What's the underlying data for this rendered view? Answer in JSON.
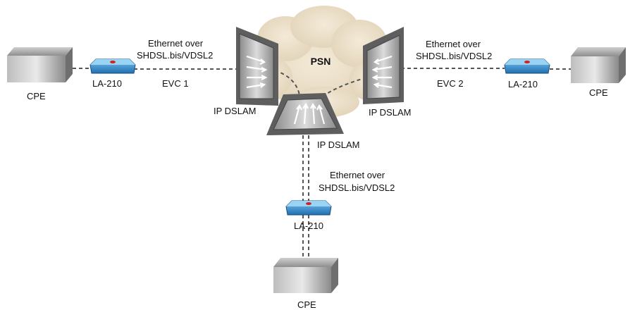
{
  "network": {
    "label": "PSN"
  },
  "devices": {
    "cpe_left": {
      "label": "CPE"
    },
    "cpe_right": {
      "label": "CPE"
    },
    "cpe_bottom": {
      "label": "CPE"
    },
    "la_left": {
      "label": "LA-210"
    },
    "la_right": {
      "label": "LA-210"
    },
    "la_bottom": {
      "label": "LA-210"
    },
    "dslam_left": {
      "label": "IP DSLAM"
    },
    "dslam_right": {
      "label": "IP DSLAM"
    },
    "dslam_bottom": {
      "label": "IP DSLAM"
    }
  },
  "links": {
    "left": {
      "line1": "Ethernet over",
      "line2": "SHDSL.bis/VDSL2",
      "evc": "EVC 1"
    },
    "right": {
      "line1": "Ethernet over",
      "line2": "SHDSL.bis/VDSL2",
      "evc": "EVC 2"
    },
    "bottom": {
      "line1": "Ethernet over",
      "line2": "SHDSL.bis/VDSL2"
    }
  },
  "colors": {
    "cloud": "#e8dcc6",
    "device_gray": "#a9a9a9",
    "modem_blue": "#2e86c9",
    "dash": "#555555"
  }
}
